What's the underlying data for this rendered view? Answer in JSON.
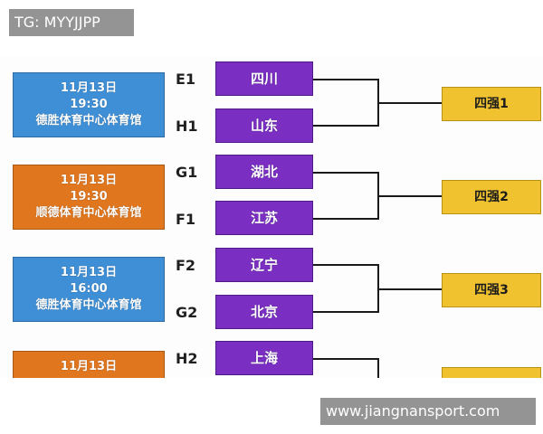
{
  "watermarks": {
    "top_left": "TG: MYYJJPP",
    "bottom_right": "www.jiangnansport.com"
  },
  "matches": [
    {
      "date": "11月13日",
      "time": "19:30",
      "venue": "德胜体育中心体育馆",
      "color": "#3f8fd6"
    },
    {
      "date": "11月13日",
      "time": "19:30",
      "venue": "顺德体育中心体育馆",
      "color": "#e0761e"
    },
    {
      "date": "11月13日",
      "time": "16:00",
      "venue": "德胜体育中心体育馆",
      "color": "#3f8fd6"
    },
    {
      "date": "11月13日",
      "color": "#e0761e"
    }
  ],
  "seeds": [
    "E1",
    "H1",
    "G1",
    "F1",
    "F2",
    "G2",
    "H2"
  ],
  "teams": [
    "四川",
    "山东",
    "湖北",
    "江苏",
    "辽宁",
    "北京",
    "上海"
  ],
  "top4": [
    "四强1",
    "四强2",
    "四强3"
  ],
  "colors": {
    "team_purple": "#7a2fc2",
    "top4_gold": "#f0c230",
    "match_blue": "#3f8fd6",
    "match_orange": "#e0761e"
  }
}
